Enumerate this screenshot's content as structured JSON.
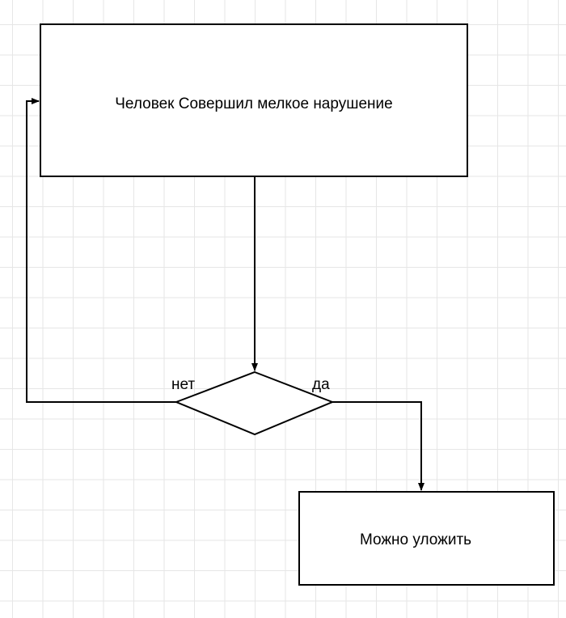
{
  "nodes": {
    "start": {
      "label": "Человек Совершил мелкое нарушение"
    },
    "decision": {
      "label": ""
    },
    "end": {
      "label": "Можно уложить"
    }
  },
  "edges": {
    "no_label": "нет",
    "yes_label": "да"
  },
  "colors": {
    "grid": "#e6e6e6",
    "stroke": "#000000",
    "fill": "#ffffff"
  }
}
